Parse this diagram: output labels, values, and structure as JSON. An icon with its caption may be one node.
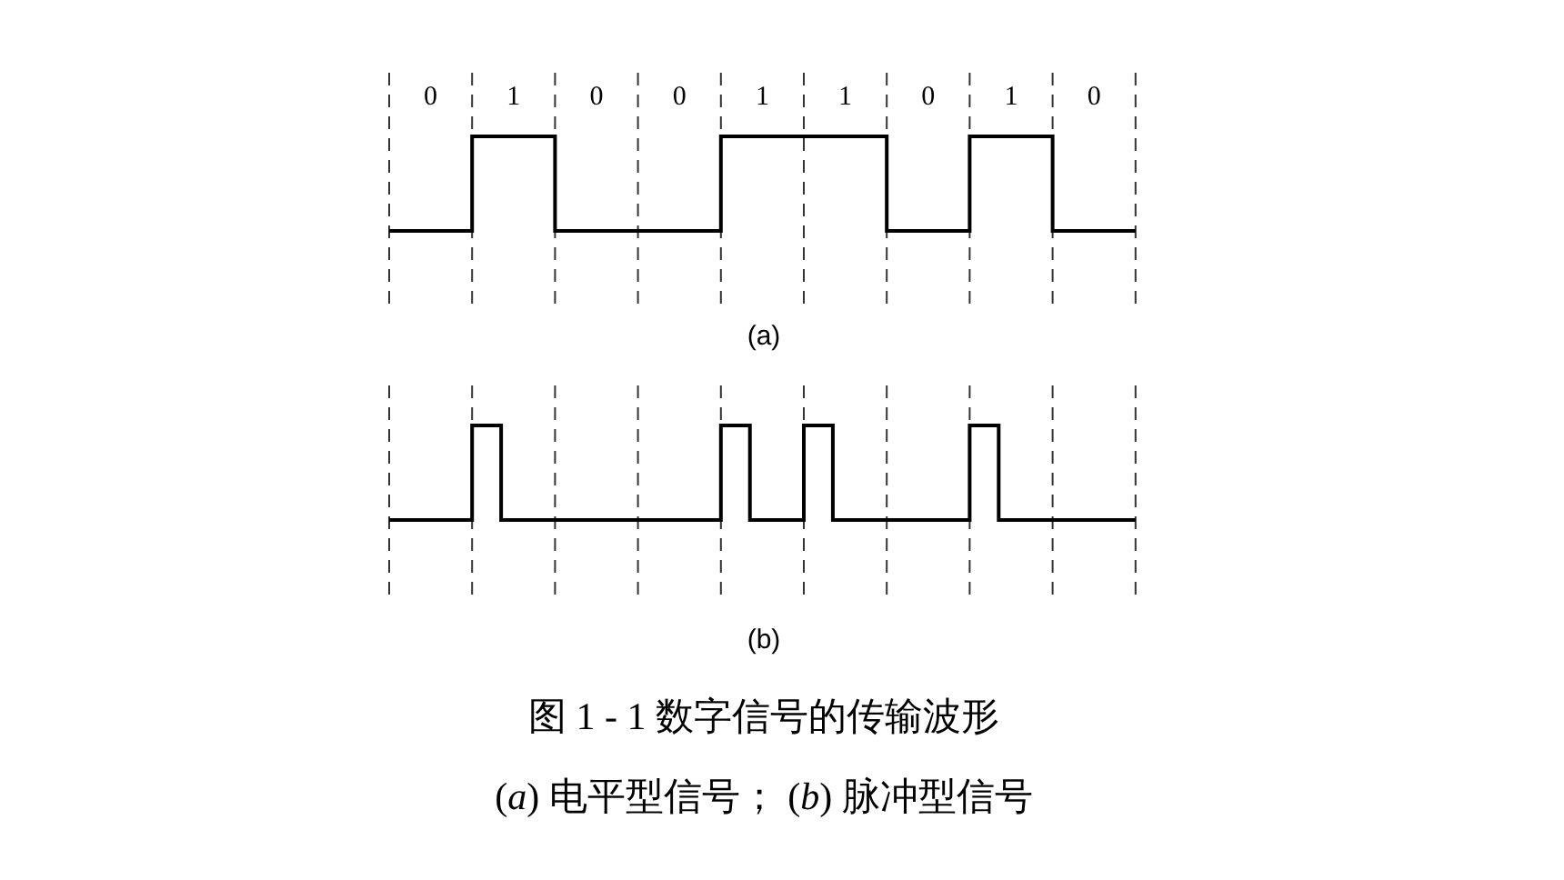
{
  "diagram": {
    "title": "图 1 - 1 数字信号的传输波形",
    "caption": "(*a*) 电平型信号； (*b*) 脉冲型信号",
    "labels": [
      "0",
      "1",
      "0",
      "0",
      "1",
      "1",
      "0",
      "1",
      "0",
      "(a)",
      "(b)"
    ]
  }
}
